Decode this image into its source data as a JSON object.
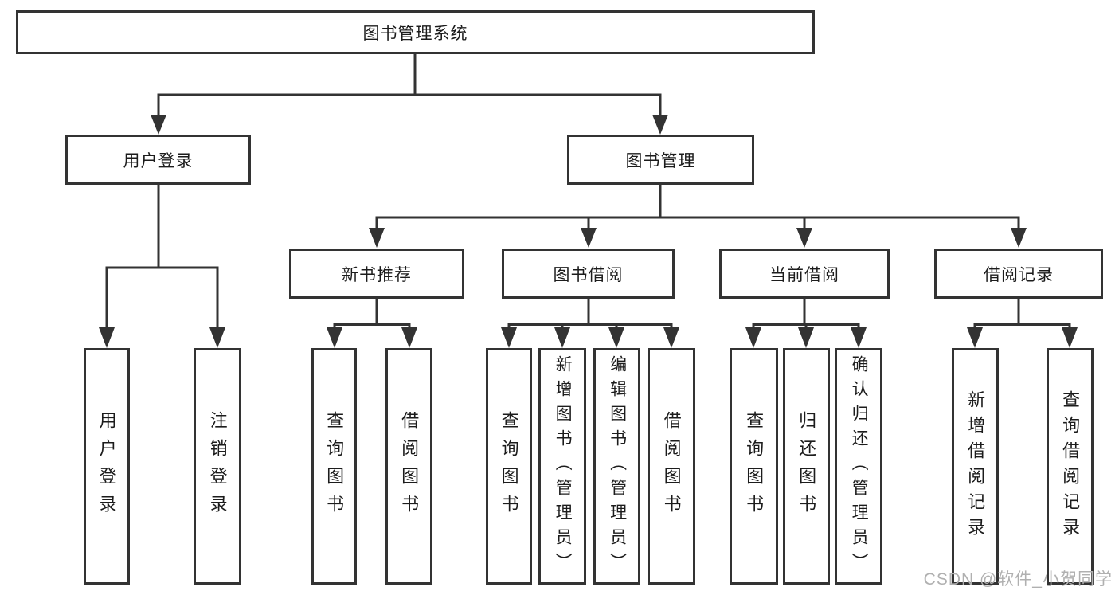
{
  "tree": {
    "root": {
      "label": "图书管理系统"
    },
    "branches": [
      {
        "label": "用户登录",
        "children": [
          {
            "label": "用户登录"
          },
          {
            "label": "注销登录"
          }
        ]
      },
      {
        "label": "图书管理",
        "children": [
          {
            "label": "新书推荐",
            "children": [
              {
                "label": "查询图书"
              },
              {
                "label": "借阅图书"
              }
            ]
          },
          {
            "label": "图书借阅",
            "children": [
              {
                "label": "查询图书"
              },
              {
                "label": "新增图书（管理员）"
              },
              {
                "label": "编辑图书（管理员）"
              },
              {
                "label": "借阅图书"
              }
            ]
          },
          {
            "label": "当前借阅",
            "children": [
              {
                "label": "查询图书"
              },
              {
                "label": "归还图书"
              },
              {
                "label": "确认归还（管理员）"
              }
            ]
          },
          {
            "label": "借阅记录",
            "children": [
              {
                "label": "新增借阅记录"
              },
              {
                "label": "查询借阅记录"
              }
            ]
          }
        ]
      }
    ]
  },
  "watermark": {
    "text": "CSDN @软件_小贺同学"
  },
  "colors": {
    "line": "#333333",
    "box_border": "#333333",
    "text": "#1c1c1c",
    "watermark": "#b0b0b0",
    "background": "#ffffff"
  }
}
